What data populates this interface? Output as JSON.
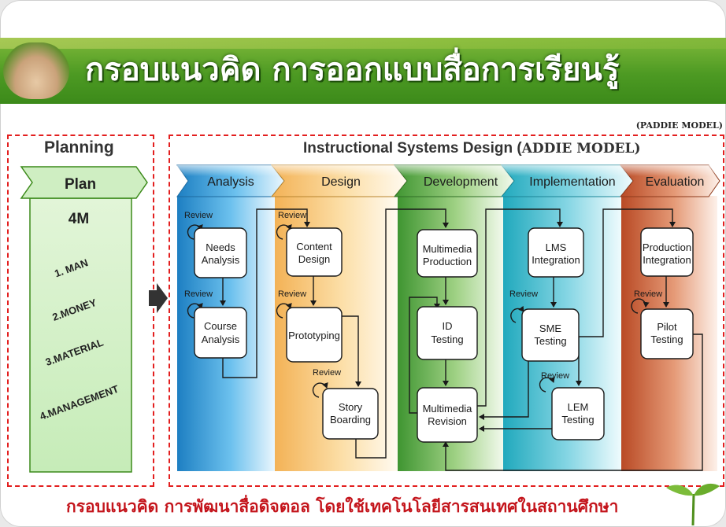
{
  "title": "กรอบแนวคิด การออกแบบสื่อการเรียนรู้",
  "model_tag": "(PADDIE MODEL)",
  "planning": {
    "header": "Planning",
    "plan_label": "Plan",
    "heading": "4M",
    "items": [
      "1. MAN",
      "2.MONEY",
      "3.MATERIAL",
      "4.MANAGEMENT"
    ]
  },
  "isd": {
    "header_prefix": "Instructional Systems Design (",
    "header_model": "ADDIE MODEL)"
  },
  "phases": [
    "Analysis",
    "Design",
    "Development",
    "Implementation",
    "Evaluation"
  ],
  "colors": {
    "analysis": "#2f9ad8",
    "design": "#f6c277",
    "development": "#5ea645",
    "implementation": "#3ab7c8",
    "evaluation": "#c85f38",
    "dashed_border": "#e31f1f",
    "footer_text": "#c4151c"
  },
  "review_label": "Review",
  "boxes": {
    "needs": [
      "Needs",
      "Analysis"
    ],
    "course": [
      "Course",
      "Analysis"
    ],
    "content": [
      "Content",
      "Design"
    ],
    "proto": [
      "Prototyping"
    ],
    "story": [
      "Story",
      "Boarding"
    ],
    "mmprod": [
      "Multimedia",
      "Production"
    ],
    "idtest": [
      "ID",
      "Testing"
    ],
    "mmrev": [
      "Multimedia",
      "Revision"
    ],
    "lms": [
      "LMS",
      "Integration"
    ],
    "sme": [
      "SME",
      "Testing"
    ],
    "lem": [
      "LEM",
      "Testing"
    ],
    "prodint": [
      "Production",
      "Integration"
    ],
    "pilot": [
      "Pilot",
      "Testing"
    ]
  },
  "footer": "กรอบแนวคิด การพัฒนาสื่อดิจตอล โดยใช้เทคโนโลยีสารสนเทศในสถานศึกษา"
}
